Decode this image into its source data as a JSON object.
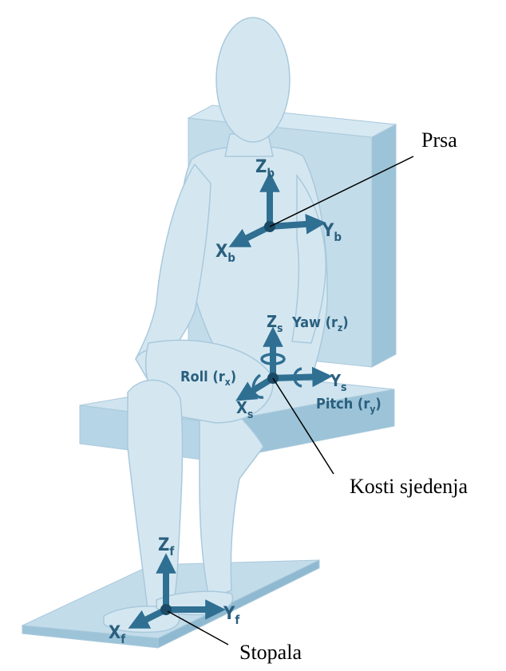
{
  "colors": {
    "body_fill": "#d4e7f1",
    "body_stroke": "#a9c9dc",
    "chair_fill": "#b6d5e6",
    "chair_dark": "#9cc3d8",
    "arrow": "#2f6f92",
    "label": "#2a5f7e"
  },
  "callouts": {
    "chest": "Prsa",
    "seat_bones": "Kosti sjedenja",
    "feet": "Stopala"
  },
  "axes": {
    "chest": {
      "z_main": "Z",
      "z_sub": "b",
      "y_main": "Y",
      "y_sub": "b",
      "x_main": "X",
      "x_sub": "b"
    },
    "seat": {
      "z_main": "Z",
      "z_sub": "s",
      "y_main": "Y",
      "y_sub": "s",
      "x_main": "X",
      "x_sub": "s",
      "yaw_main": "Yaw (r",
      "yaw_sub": "z",
      "yaw_end": ")",
      "roll_main": "Roll (r",
      "roll_sub": "x",
      "roll_end": ")",
      "pitch_main": "Pitch (r",
      "pitch_sub": "y",
      "pitch_end": ")"
    },
    "feet": {
      "z_main": "Z",
      "z_sub": "f",
      "y_main": "Y",
      "y_sub": "f",
      "x_main": "X",
      "x_sub": "f"
    }
  }
}
